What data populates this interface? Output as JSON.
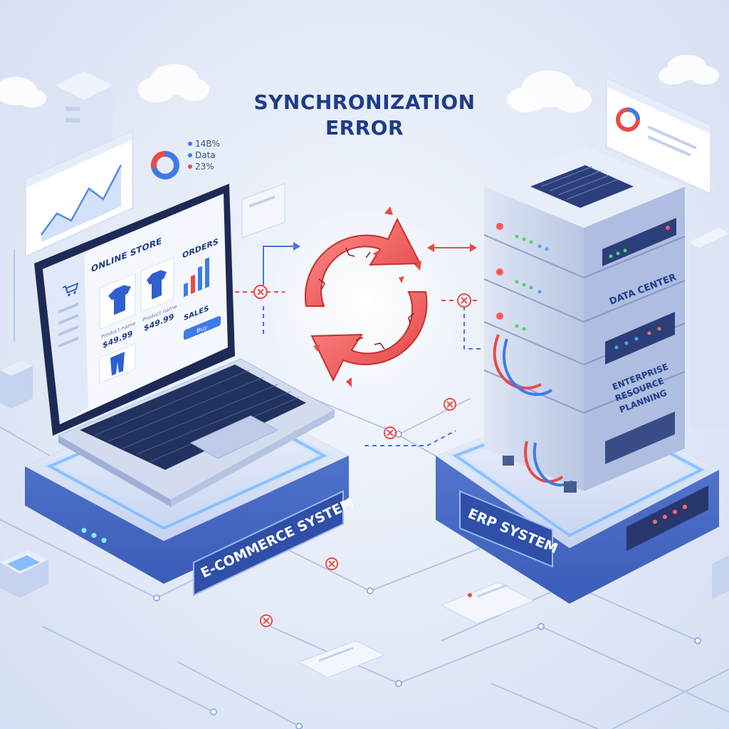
{
  "title": {
    "line1": "SYNCHRONIZATION",
    "line2": "ERROR"
  },
  "chart_card": {
    "stats": [
      "14B%",
      "Data",
      "23%"
    ]
  },
  "laptop": {
    "store_title": "ONLINE STORE",
    "orders_label": "ORDERS",
    "sales_label": "SALES",
    "products": [
      {
        "name": "Product name",
        "price": "$49.99"
      },
      {
        "name": "Product name",
        "price": "$49.99"
      }
    ],
    "button_label": "Buy"
  },
  "server": {
    "data_center_label": "DATA CENTER",
    "erp_label_line1": "ENTERPRISE",
    "erp_label_line2": "RESOURCE",
    "erp_label_line3": "PLANNING"
  },
  "platforms": {
    "left_label": "E-COMMERCE SYSTEM",
    "right_label": "ERP SYSTEM"
  },
  "colors": {
    "accent_blue": "#2f6fe0",
    "error_red": "#e84a4a",
    "title_navy": "#1f3c88"
  }
}
